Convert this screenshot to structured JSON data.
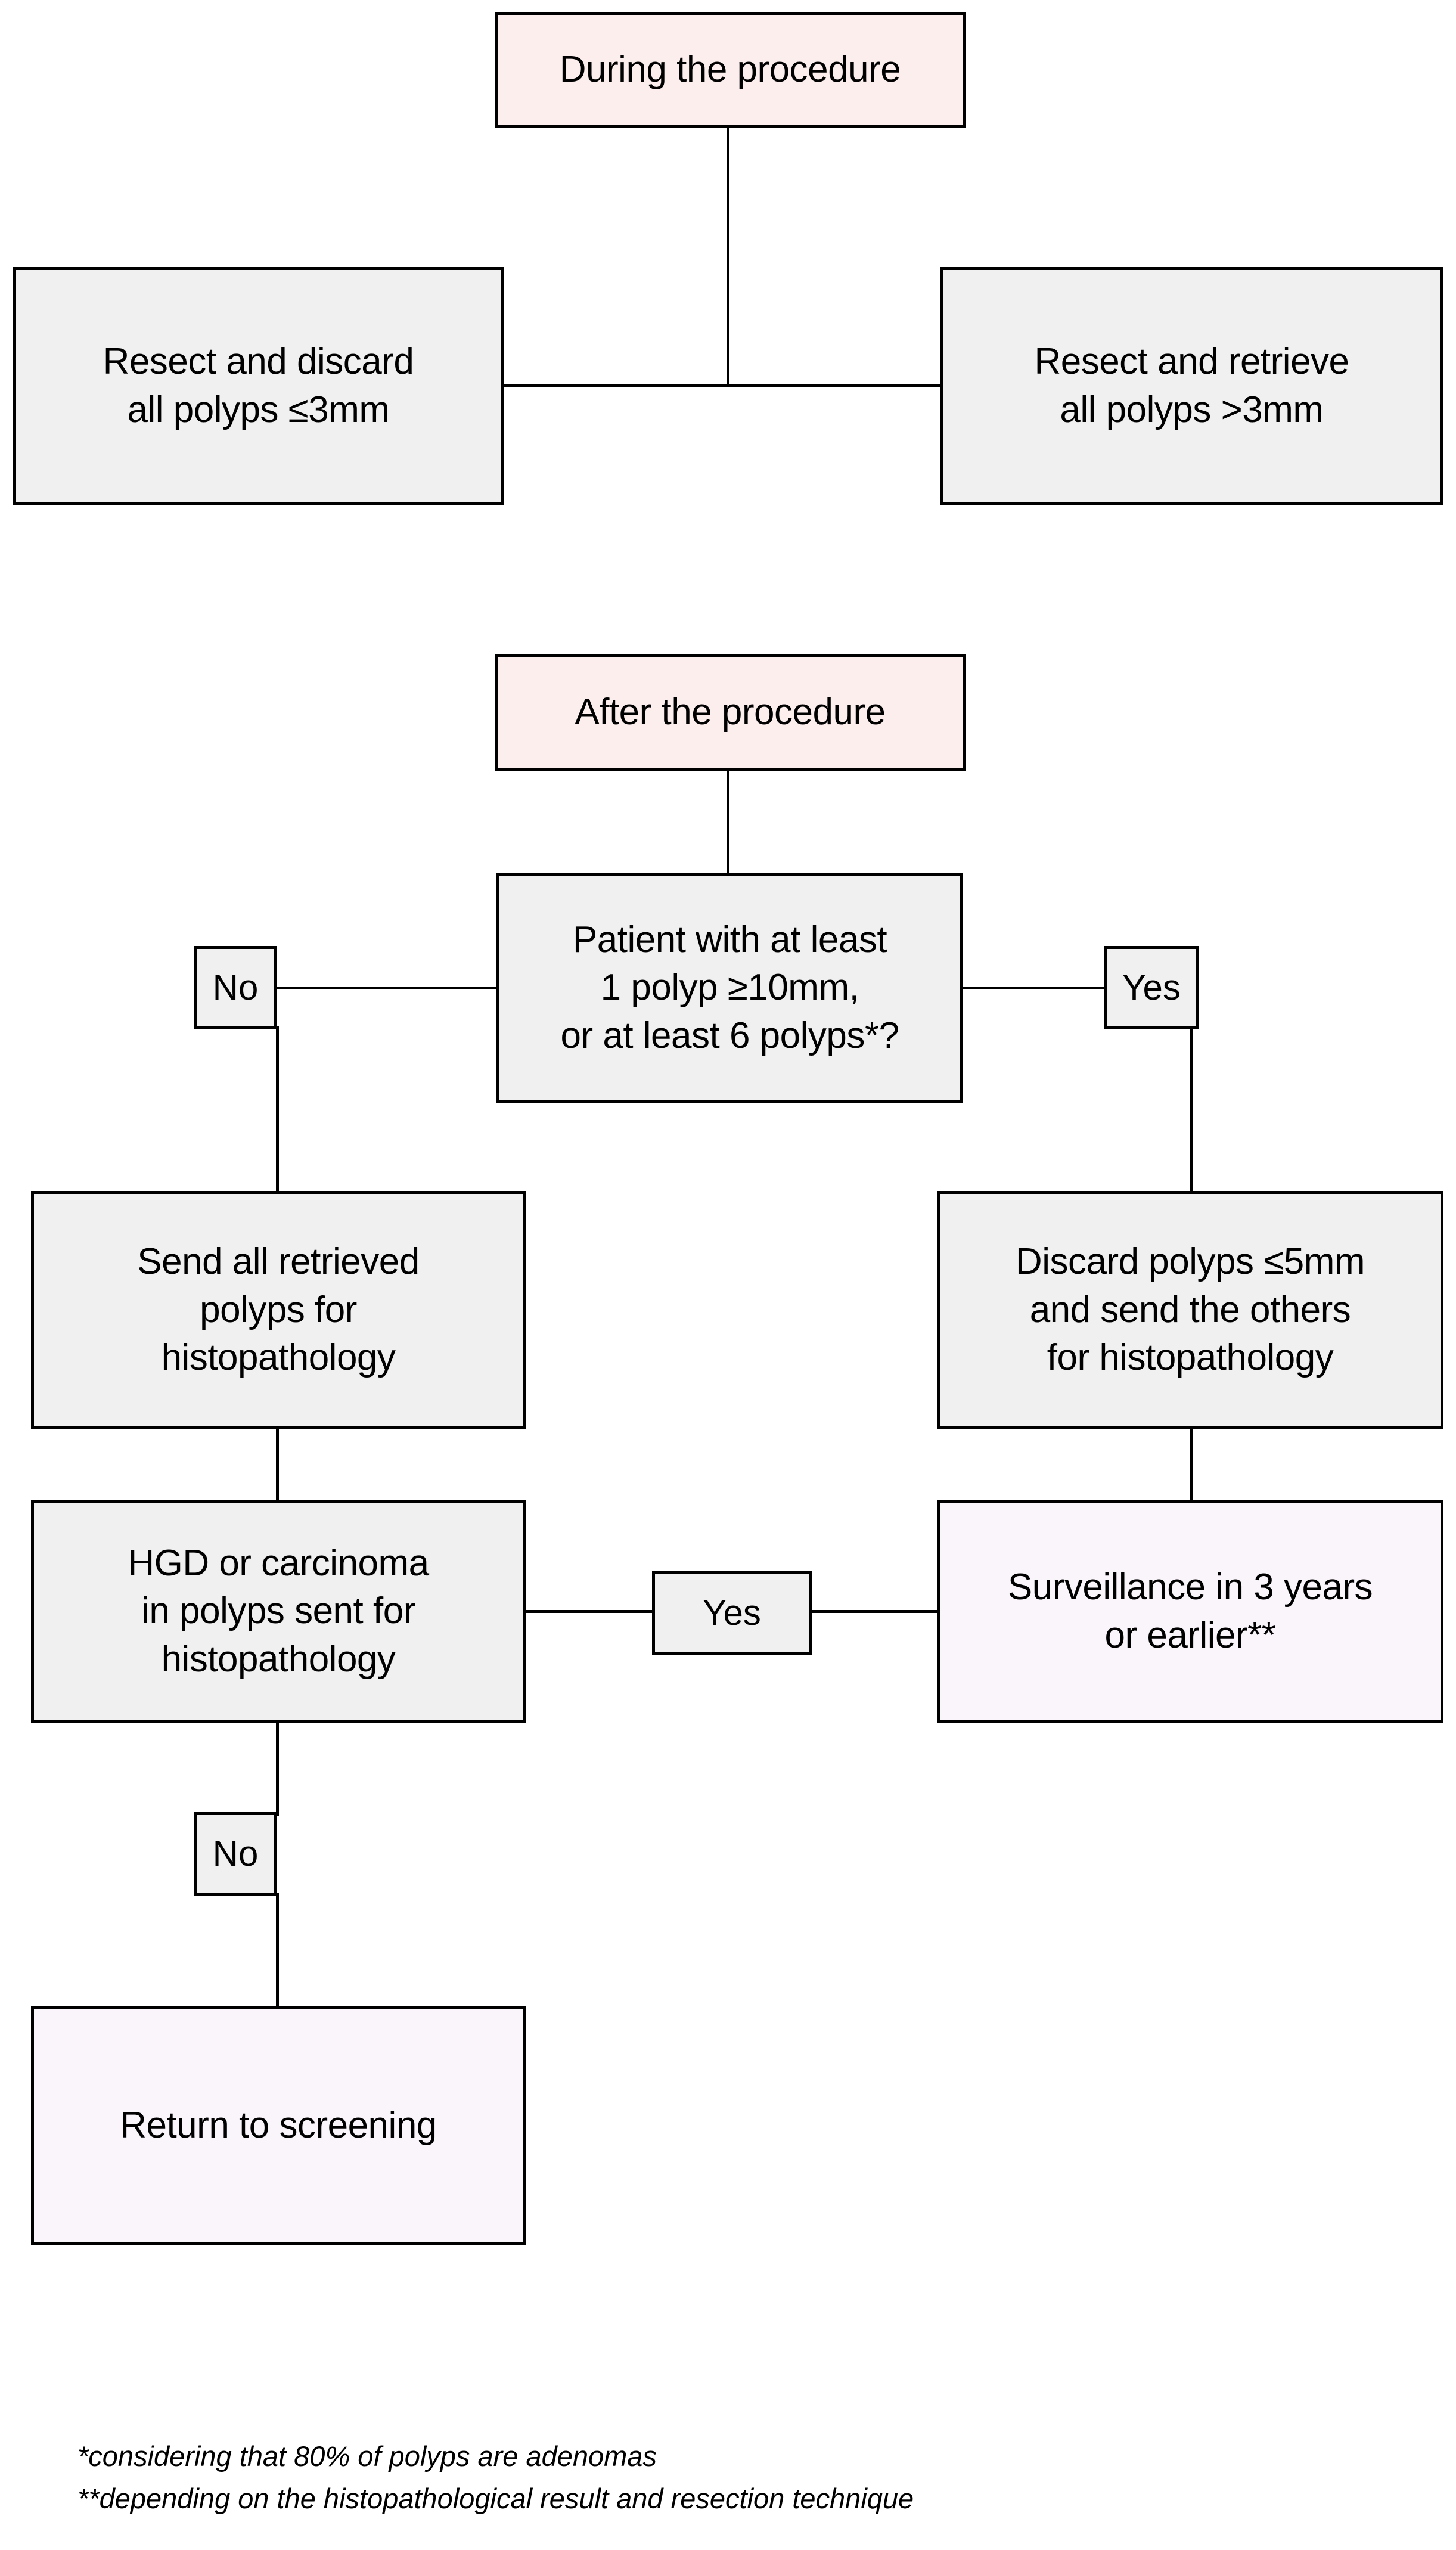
{
  "figure": {
    "kind": "clinical-decision-flowchart",
    "background_color": "#ffffff",
    "border_color": "#000000"
  },
  "colors": {
    "process_fill": "#f0f0f0",
    "phase_fill": "#fdeeee",
    "outcome_fill": "#faf4fb",
    "line": "#000000",
    "text": "#000000"
  },
  "sections": {
    "during": {
      "heading": "During the procedure"
    },
    "after": {
      "heading": "After the procedure"
    }
  },
  "nodes": {
    "during_heading": "During the procedure",
    "resect_discard": "Resect and discard\nall polyps ≤3mm",
    "resect_retrieve": "Resect and retrieve\nall polyps >3mm",
    "after_heading": "After the procedure",
    "decision_polyps": "Patient with at least\n1 polyp ≥10mm,\nor at least 6 polyps*?",
    "answer_no_top": "No",
    "answer_yes_top": "Yes",
    "send_all": "Send all retrieved\npolyps for\nhistopathology",
    "discard_and_send": "Discard polyps ≤5mm\nand send the others\nfor histopathology",
    "decision_hgd": "HGD or carcinoma\nin polyps sent for\nhistopathology",
    "answer_yes_mid": "Yes",
    "surveillance": "Surveillance in 3 years\nor earlier**",
    "answer_no_bottom": "No",
    "return_screening": "Return to screening"
  },
  "footnotes": {
    "one": "*considering that 80% of polyps are adenomas",
    "two": "**depending on the histopathological result and resection technique"
  },
  "edges": [
    {
      "from": "during_heading",
      "to": "resect_discard",
      "label": ""
    },
    {
      "from": "during_heading",
      "to": "resect_retrieve",
      "label": ""
    },
    {
      "from": "after_heading",
      "to": "decision_polyps",
      "label": ""
    },
    {
      "from": "decision_polyps",
      "to": "answer_no_top",
      "label": "No"
    },
    {
      "from": "decision_polyps",
      "to": "answer_yes_top",
      "label": "Yes"
    },
    {
      "from": "answer_no_top",
      "to": "send_all",
      "label": ""
    },
    {
      "from": "answer_yes_top",
      "to": "discard_and_send",
      "label": ""
    },
    {
      "from": "send_all",
      "to": "decision_hgd",
      "label": ""
    },
    {
      "from": "discard_and_send",
      "to": "surveillance",
      "label": ""
    },
    {
      "from": "decision_hgd",
      "to": "answer_yes_mid",
      "label": "Yes"
    },
    {
      "from": "answer_yes_mid",
      "to": "surveillance",
      "label": ""
    },
    {
      "from": "decision_hgd",
      "to": "answer_no_bottom",
      "label": "No"
    },
    {
      "from": "answer_no_bottom",
      "to": "return_screening",
      "label": ""
    }
  ]
}
